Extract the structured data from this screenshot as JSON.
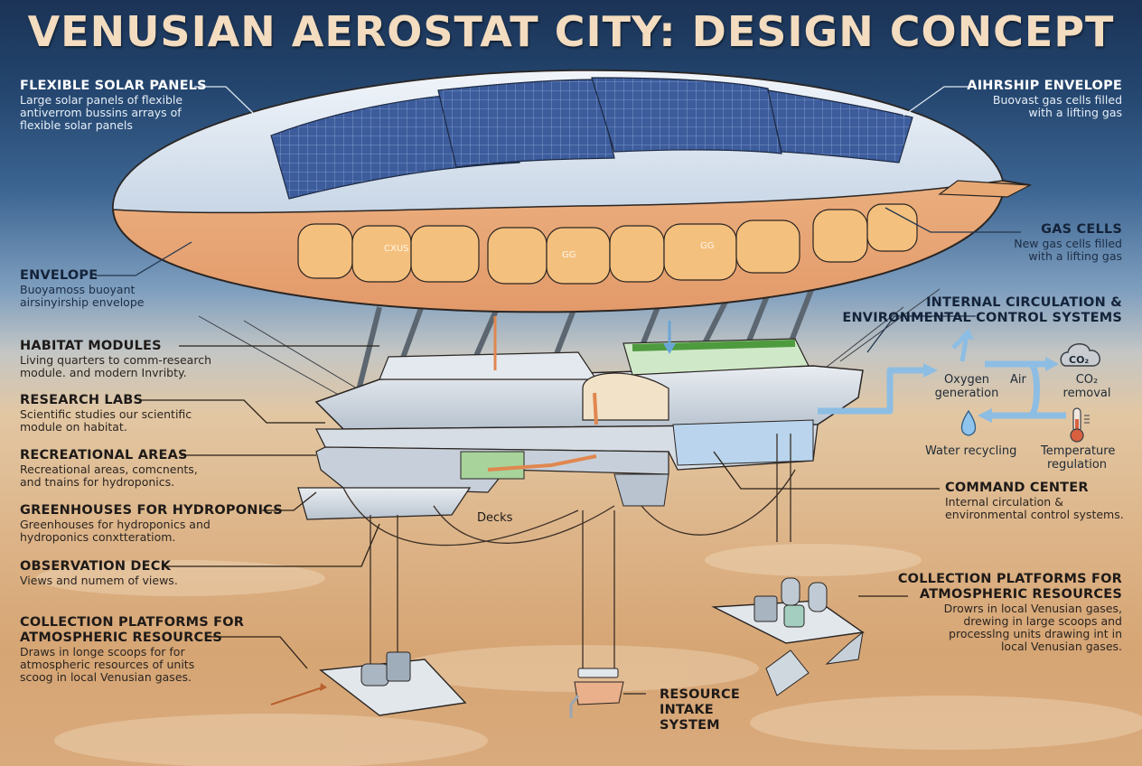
{
  "title": "VENUSIAN AEROSTAT CITY: DESIGN CONCEPT",
  "left_labels": [
    {
      "heading": "FLEXIBLE SOLAR PANELS",
      "desc": [
        "Large solar panels of flexible",
        "antiverrom bussins arrays of",
        "flexible solar panels"
      ]
    },
    {
      "heading": "ENVELOPE",
      "desc": [
        "Buoyamoss buoyant",
        "airsinyirship envelope"
      ]
    },
    {
      "heading": "HABITAT MODULES",
      "desc": [
        "Living quarters to comm-research",
        "module. and modern Invribty."
      ]
    },
    {
      "heading": "RESEARCH LABS",
      "desc": [
        "Scientific studies our scientific",
        "module on habitat."
      ]
    },
    {
      "heading": "RECREATIONAL AREAS",
      "desc": [
        "Recreational areas, comcnents,",
        "and tnains for hydroponics."
      ]
    },
    {
      "heading": "GREENHOUSES FOR HYDROPONICS",
      "desc": [
        "Greenhouses for hydroponics and",
        "hydroponics conxtteratiom."
      ]
    },
    {
      "heading": "OBSERVATION DECK",
      "desc": [
        "Views and numem of views."
      ]
    },
    {
      "heading": "COLLECTION PLATFORMS FOR ATMOSPHERIC RESOURCES",
      "heading_lines": [
        "COLLECTION PLATFORMS FOR",
        "ATMOSPHERIC RESOURCES"
      ],
      "desc": [
        "Draws in longe scoops for for",
        "atmospheric resources of units",
        "scoog in local Venusian gases."
      ]
    }
  ],
  "right_labels": [
    {
      "heading": "AIHRSHIP ENVELOPE",
      "desc": [
        "Buovast gas cells filled",
        "with a lifting gas"
      ]
    },
    {
      "heading": "GAS CELLS",
      "desc": [
        "New gas cells filled",
        "with a lifting gas"
      ]
    },
    {
      "heading": "INTERNAL CIRCULATION & ENVIRONMENTAL CONTROL SYSTEMS",
      "heading_lines": [
        "INTERNAL CIRCULATION &",
        "ENVIRONMENTAL CONTROL SYSTEMS"
      ],
      "desc": []
    },
    {
      "heading": "COMMAND CENTER",
      "desc": [
        "Internal circulation &",
        "environmental control systems."
      ]
    },
    {
      "heading": "COLLECTION PLATFORMS FOR ATMOSPHERIC RESOURCES",
      "heading_lines": [
        "COLLECTION PLATFORMS FOR",
        "ATMOSPHERIC RESOURCES"
      ],
      "desc": [
        "Drowrs in local Venusian gases,",
        "drewing in large scoops and",
        "processlng units drawing int in",
        "local Venusian gases."
      ]
    }
  ],
  "env_cycle": {
    "oxygen": [
      "Oxygen",
      "generation"
    ],
    "air": "Air",
    "co2_icon_text": "CO₂",
    "co2": [
      "CO₂",
      "removal"
    ],
    "water": "Water recycling",
    "temperature": [
      "Temperature",
      "regulation"
    ]
  },
  "diagram_labels": {
    "decks": "Decks",
    "resource_intake": [
      "RESOURCE",
      "INTAKE",
      "SYSTEM"
    ],
    "gas_cell_tags": [
      "CXUS",
      "GG",
      "GG"
    ]
  },
  "colors": {
    "title": "#f3dcbf",
    "sky_top": "#1b3356",
    "sky_bottom": "#d9aa7c",
    "envelope_top": "#dfe8f2",
    "envelope_bottom": "#efb283",
    "gas_cell": "#f4c07e",
    "solar_panel": "#3b5a9a",
    "flow_arrow": "#8dbde3",
    "thermometer": "#d9603f"
  }
}
